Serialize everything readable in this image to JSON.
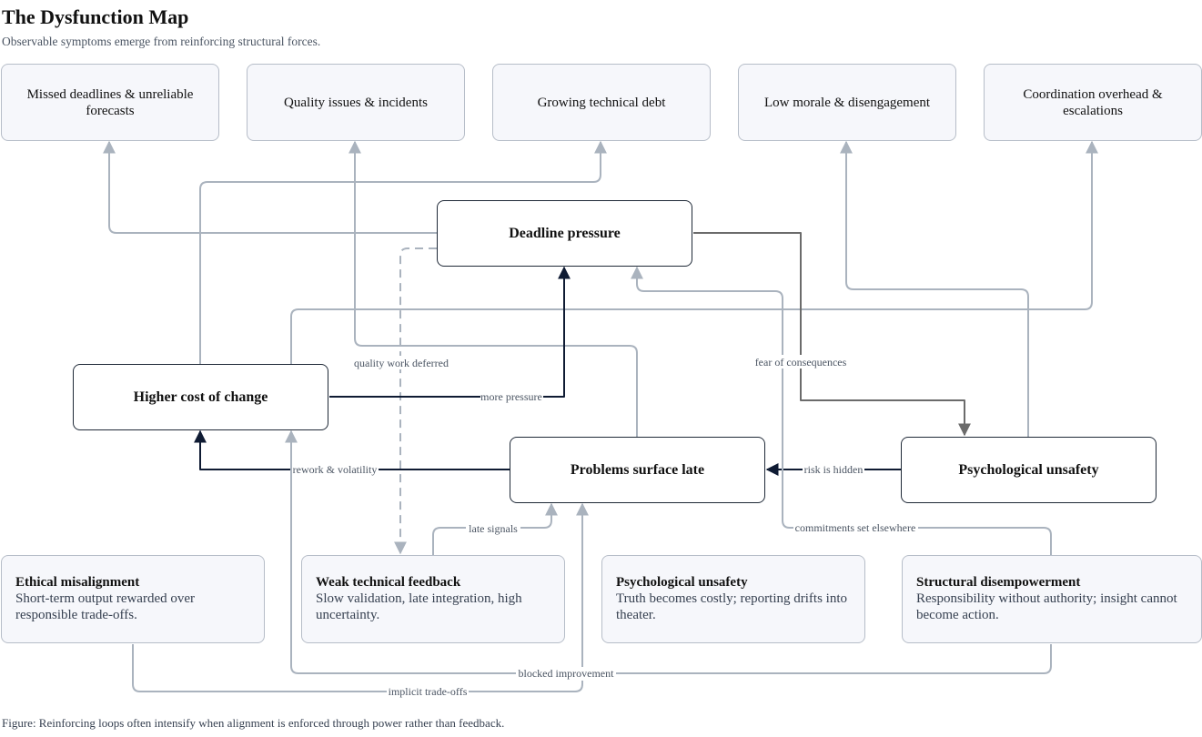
{
  "header": {
    "title": "The Dysfunction Map",
    "subtitle": "Observable symptoms emerge from reinforcing structural forces."
  },
  "symptoms": [
    "Missed deadlines & unreliable forecasts",
    "Quality issues & incidents",
    "Growing technical debt",
    "Low morale & disengagement",
    "Coordination overhead & escalations"
  ],
  "forces": {
    "deadline_pressure": "Deadline pressure",
    "higher_cost_of_change": "Higher cost of change",
    "problems_surface_late": "Problems surface late",
    "psychological_unsafety": "Psychological unsafety"
  },
  "root_causes": [
    {
      "title": "Ethical misalignment",
      "desc": "Short-term output rewarded over responsible trade-offs."
    },
    {
      "title": "Weak technical feedback",
      "desc": "Slow validation, late integration, high uncertainty."
    },
    {
      "title": "Psychological unsafety",
      "desc": "Truth becomes costly; reporting drifts into theater."
    },
    {
      "title": "Structural disempowerment",
      "desc": "Responsibility without authority; insight cannot become action."
    }
  ],
  "edge_labels": {
    "quality_work_deferred": "quality work deferred",
    "fear_of_consequences": "fear of consequences",
    "more_pressure": "more pressure",
    "rework_volatility": "rework & volatility",
    "risk_is_hidden": "risk is hidden",
    "late_signals": "late signals",
    "commitments_set_elsewhere": "commitments set elsewhere",
    "blocked_improvement": "blocked improvement",
    "implicit_trade_offs": "implicit trade-offs"
  },
  "caption": "Figure: Reinforcing loops often intensify when alignment is enforced through power rather than feedback.",
  "colors": {
    "light_edge": "#aab3be",
    "dark_edge": "#0f1b33",
    "mid_edge": "#6b6b6b",
    "symptom_fill": "#f6f7fb"
  }
}
